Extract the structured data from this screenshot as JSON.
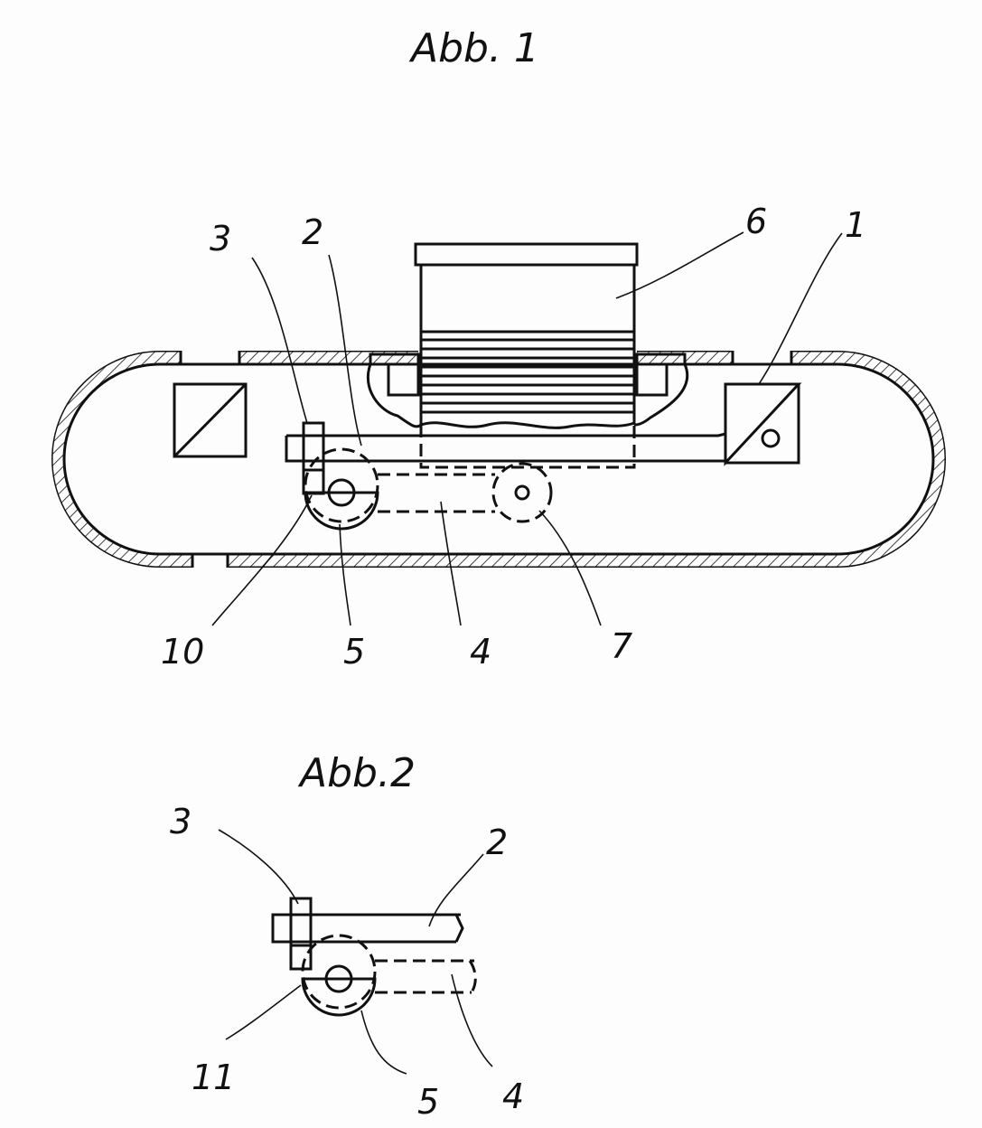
{
  "figures": [
    {
      "title": "Abb. 1",
      "labels": {
        "l1": "1",
        "l2": "2",
        "l3": "3",
        "l4": "4",
        "l5": "5",
        "l6": "6",
        "l7": "7",
        "l10": "10"
      }
    },
    {
      "title": "Abb.2",
      "labels": {
        "l2": "2",
        "l3": "3",
        "l4": "4",
        "l5": "5",
        "l11": "11"
      }
    }
  ]
}
